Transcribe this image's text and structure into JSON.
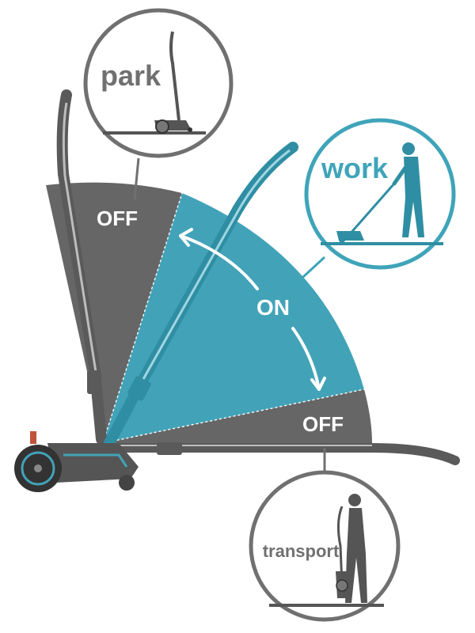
{
  "labels": {
    "park": "park",
    "work": "work",
    "transport": "transport",
    "off_top": "OFF",
    "on": "ON",
    "off_bottom": "OFF"
  },
  "colors": {
    "gray": "#666666",
    "dark_gray": "#4a4a4a",
    "teal": "#42a3b8",
    "teal_dark": "#2f8ea3",
    "circle_border": "#707070",
    "work_border": "#3fa4b9"
  },
  "icons": {
    "park": "mower-upright-icon",
    "work": "person-mowing-icon",
    "transport": "person-carrying-mower-icon",
    "arrows": "double-arrow-icon"
  }
}
